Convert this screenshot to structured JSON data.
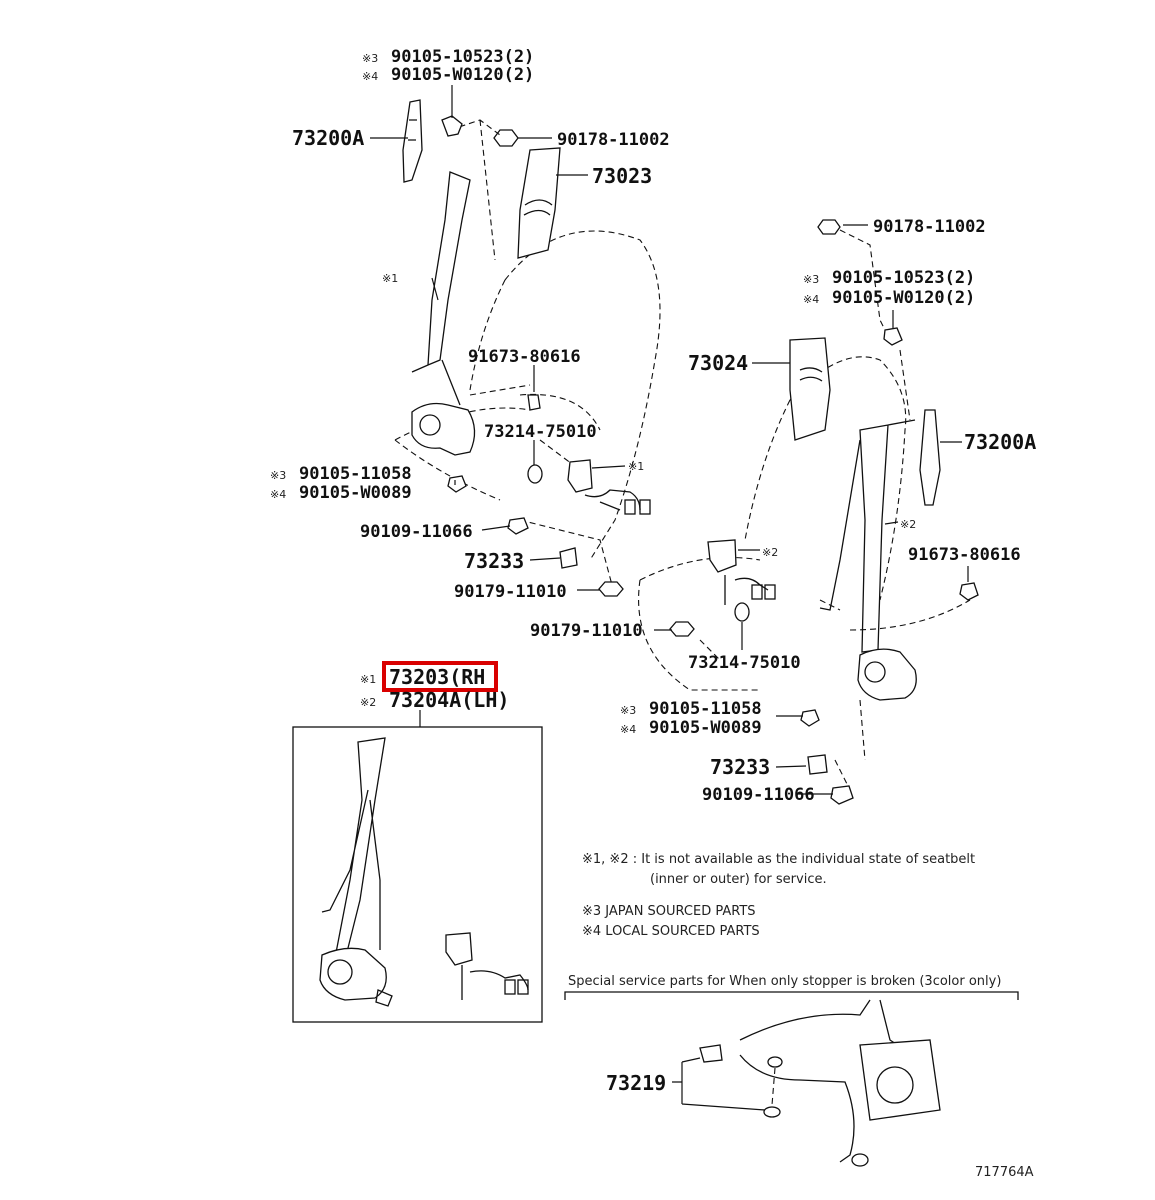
{
  "labels": {
    "l_73200a_left": "73200A",
    "l_73200a_right": "73200A",
    "l_73023": "73023",
    "l_73024": "73024",
    "l_90178_top": "90178-11002",
    "l_90178_right": "90178-11002",
    "l_jp_bolt_top": "90105-10523(2)",
    "l_loc_bolt_top": "90105-W0120(2)",
    "l_jp_bolt_right": "90105-10523(2)",
    "l_loc_bolt_right": "90105-W0120(2)",
    "l_91673_left": "91673-80616",
    "l_91673_right": "91673-80616",
    "l_73214_left": "73214-75010",
    "l_73214_right": "73214-75010",
    "l_90105_11058_left": "90105-11058",
    "l_90105_w0089_left": "90105-W0089",
    "l_90105_11058_right": "90105-11058",
    "l_90105_w0089_right": "90105-W0089",
    "l_90109_left": "90109-11066",
    "l_90109_right": "90109-11066",
    "l_73233_left": "73233",
    "l_73233_right": "73233",
    "l_90179_left": "90179-11010",
    "l_90179_right": "90179-11010",
    "l_73203": "73203(RH",
    "l_73204a": "73204A(LH)",
    "l_73219": "73219",
    "diagram_code": "717764A"
  },
  "marks": {
    "m1": "※1",
    "m2": "※2",
    "m3": "※3",
    "m4": "※4"
  },
  "notes": {
    "n1_line1": "※1, ※2 : It is not available as the individual state of seatbelt",
    "n1_line2": "(inner or outer) for service.",
    "n3": "※3 JAPAN SOURCED PARTS",
    "n4": "※4 LOCAL SOURCED PARTS",
    "special": "Special service parts for When only stopper is broken (3color only)"
  },
  "colors": {
    "highlight": "#d90000",
    "ink": "#111111"
  }
}
